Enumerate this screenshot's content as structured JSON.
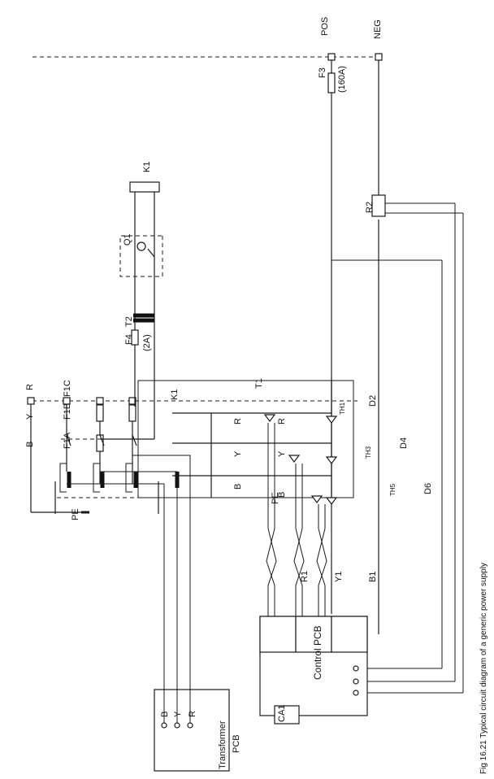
{
  "caption": "Fig 16.21 Typical circuit diagram of a generic power supply",
  "terminals": {
    "pos": "POS",
    "neg": "NEG",
    "pe": "PE",
    "phase_r": "R",
    "phase_y": "Y",
    "phase_b": "B",
    "k1_top": "K1",
    "k1_contactor": "K1"
  },
  "fuses": {
    "f1a": "F1A",
    "f1b": "F1B",
    "f1c": "F1C",
    "f3": "F3",
    "f3_rating": "(160A)",
    "f4": "F4",
    "f4_rating": "(2A)"
  },
  "components": {
    "t1": "T1",
    "t2": "T2",
    "q1": "Q1",
    "r2": "R2",
    "d2": "D2",
    "d4": "D4",
    "d6": "D6",
    "th1": "TH1",
    "th3": "TH3",
    "th5": "TH5",
    "winding_r": "R",
    "winding_y": "Y",
    "winding_b": "B",
    "sec_r": "R",
    "sec_y": "Y",
    "sec_b": "B",
    "pe_core": "PE"
  },
  "control_pcb": {
    "label": "Control PCB",
    "r1": "R1",
    "y1": "Y1",
    "b1": "B1",
    "ca1": "CA1"
  },
  "transformer_pcb": {
    "label_line1": "Transformer",
    "label_line2": "PCB",
    "r": "R",
    "y": "Y",
    "b": "B"
  }
}
